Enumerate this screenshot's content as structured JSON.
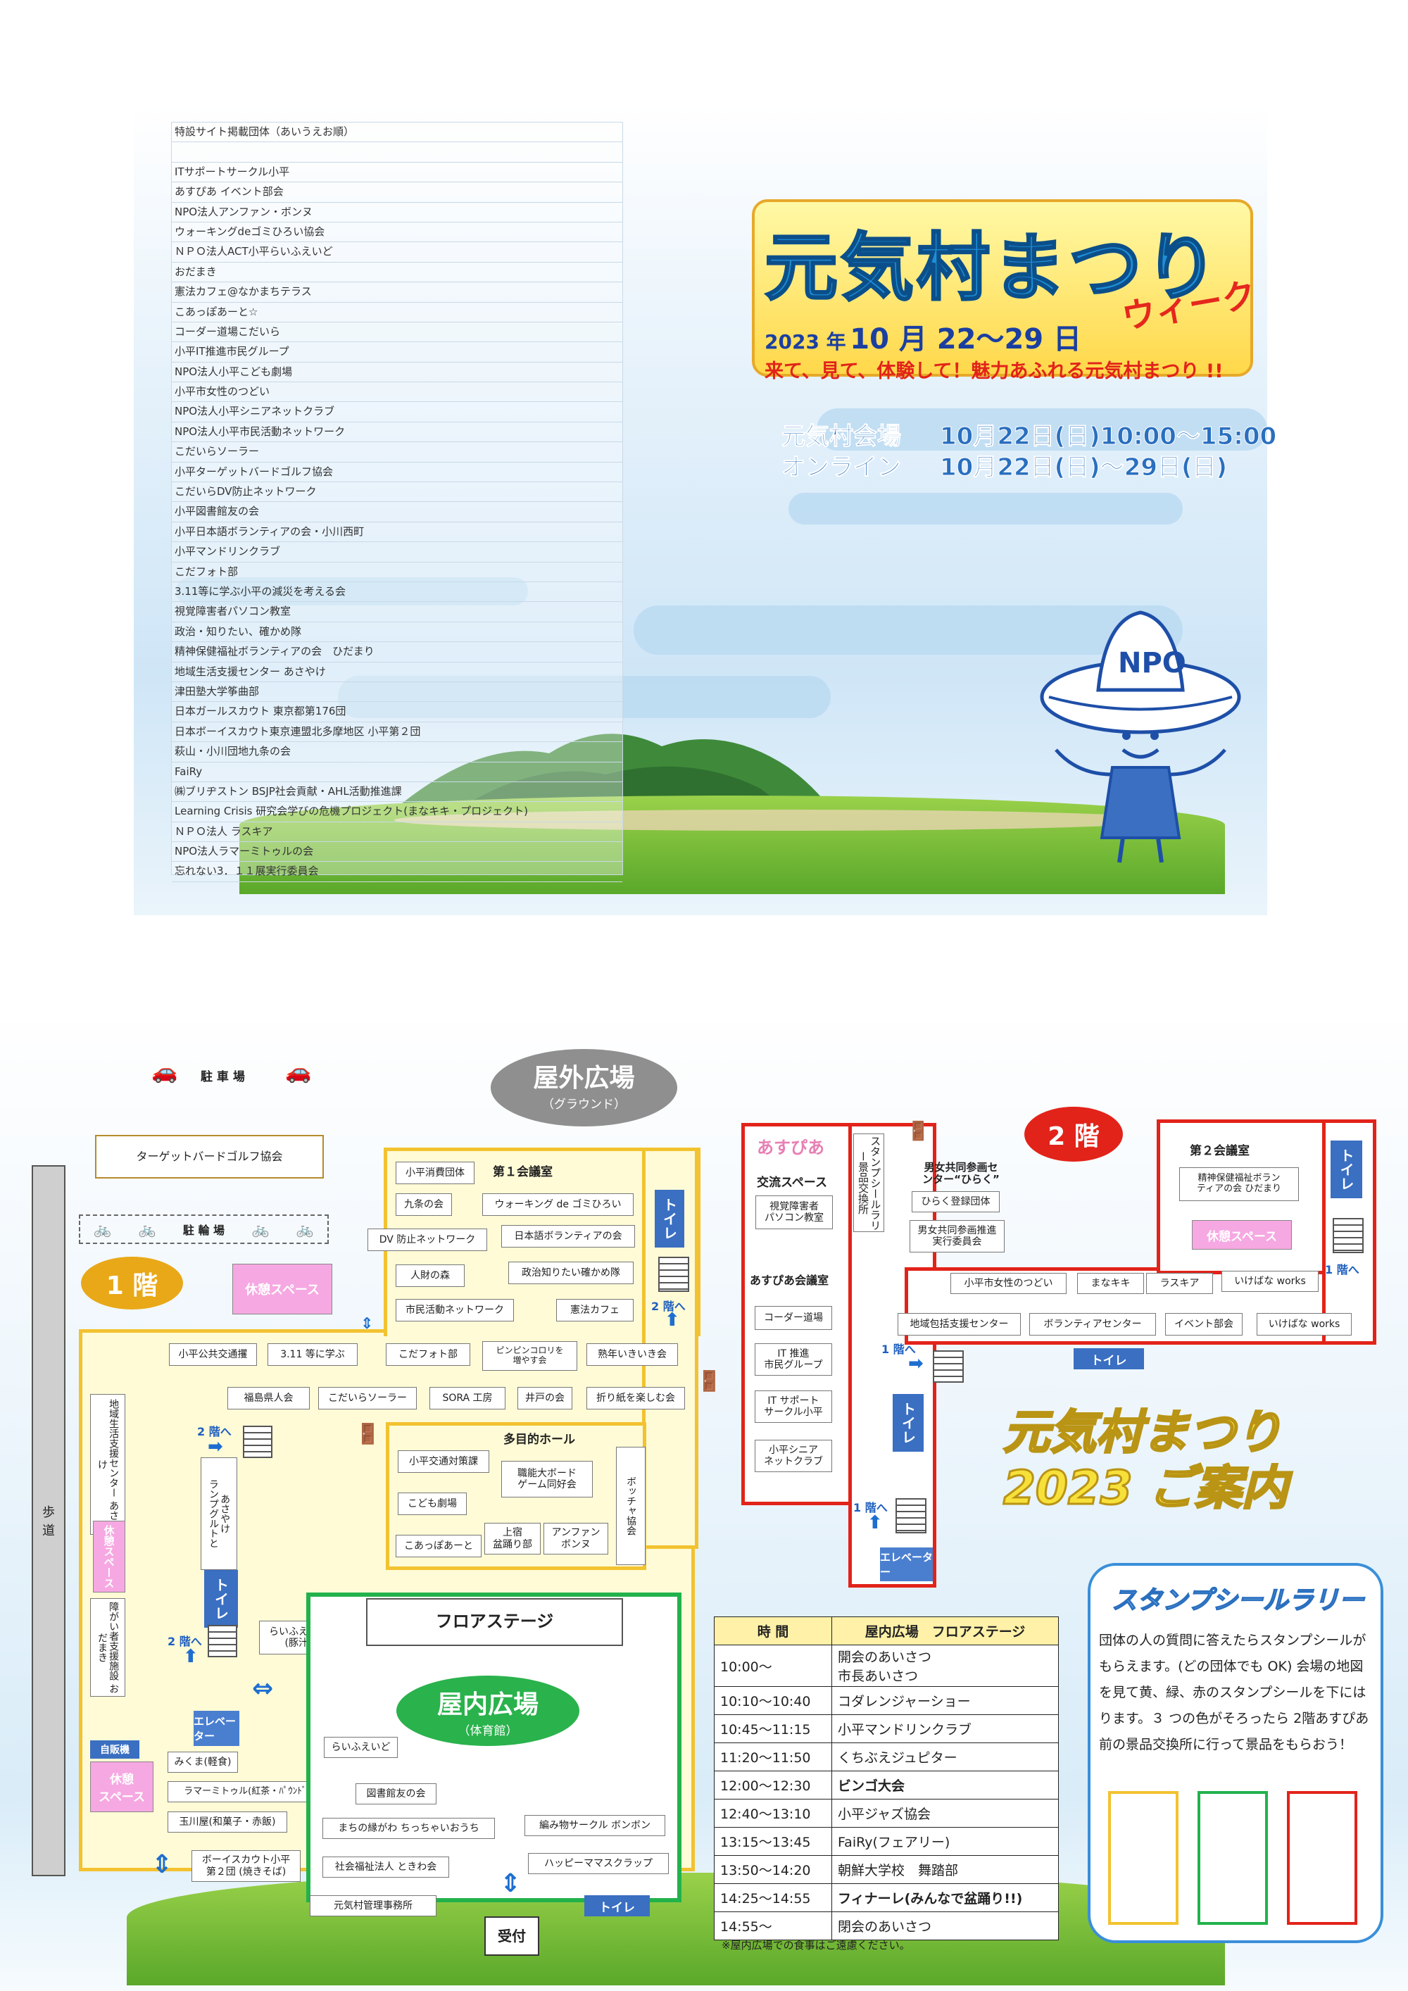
{
  "list": {
    "header": "特設サイト掲載団体（あいうえお順）",
    "items": [
      "ITサポートサークル小平",
      "あすぴあ イベント部会",
      "NPO法人アンファン・ボンヌ",
      "ウォーキングdeゴミひろい協会",
      "ＮＰＯ法人ACT小平らいふえいど",
      "おだまき",
      "憲法カフェ@なかまちテラス",
      "こあっぽあーと☆",
      "コーダー道場こだいら",
      "小平IT推進市民グループ",
      "NPO法人小平こども劇場",
      "小平市女性のつどい",
      "NPO法人小平シニアネットクラブ",
      "NPO法人小平市民活動ネットワーク",
      "こだいらソーラー",
      "小平ターゲットバードゴルフ協会",
      "こだいらDV防止ネットワーク",
      "小平図書館友の会",
      "小平日本語ボランティアの会・小川西町",
      "小平マンドリンクラブ",
      "こだフォト部",
      "3.11等に学ぶ小平の減災を考える会",
      "視覚障害者パソコン教室",
      "政治・知りたい、確かめ隊",
      "精神保健福祉ボランティアの会　ひだまり",
      "地域生活支援センター あさやけ",
      "津田塾大学筝曲部",
      "日本ガールスカウト 東京都第176団",
      "日本ボーイスカウト東京連盟北多摩地区 小平第２団",
      "萩山・小川団地九条の会",
      "FaiRy",
      "㈱ブリヂストン BSJP社会貢献・AHL活動推進課",
      "Learning Crisis 研究会学びの危機プロジェクト(まなキキ・プロジェクト)",
      "ＮＰＯ法人 ラスキア",
      "NPO法人ラマーミトゥルの会",
      "忘れない3．１１展実行委員会"
    ]
  },
  "title": {
    "main": "元気村まつり",
    "sub": "ウィーク",
    "year": "2023 年",
    "dates": "10 月 22〜29 日",
    "catch": "来て、見て、体験して！魅力あふれる元気村まつり !!"
  },
  "venues": [
    {
      "name": "元気村会場",
      "time": "10月22日(日)10:00〜15:00"
    },
    {
      "name": "オンライン",
      "time": "10月22日(日)〜29日(日)"
    }
  ],
  "mascot": {
    "hat_text": "NPO"
  },
  "map": {
    "parking_top": "駐 車 場",
    "outdoor_title": "屋外広場",
    "outdoor_sub": "（グラウンド）",
    "target_golf": "ターゲットバードゴルフ協会",
    "bike_parking": "駐 輪 場",
    "floor1": "1 階",
    "floor2": "2 階",
    "rest_space": "休憩スペース",
    "rest_short": "休憩\nスペース",
    "rest_vertical": "休憩スペース",
    "sidewalk": "歩\n道",
    "toilet": "トイレ",
    "to2f": "2 階へ",
    "to1f": "1 階へ",
    "elevator": "エレベーター",
    "vending": "自販機",
    "floor_stage": "フロアステージ",
    "indoor_title": "屋内広場",
    "indoor_sub": "（体育館）",
    "office": "元気村管理事務所",
    "reception": "受付",
    "room1": "第１会議室",
    "room1_items": [
      "小平消費団体",
      "九条の会",
      "ウォーキング de ゴミひろい",
      "DV 防止ネットワーク",
      "日本語ボランティアの会",
      "人財の森",
      "政治知りたい確かめ隊",
      "市民活動ネットワーク",
      "憲法カフェ"
    ],
    "hall_row1": [
      "小平公共交通攫",
      "3.11 等に学ぶ",
      "こだフォト部",
      "ピンピンコロリを\n増やす会",
      "熟年いきいき会"
    ],
    "hall_row2": [
      "福島県人会",
      "こだいらソーラー",
      "SORA 工房",
      "井戸の会",
      "折り紙を楽しむ会"
    ],
    "multi_hall": "多目的ホール",
    "multi_items": [
      "小平交通対策課",
      "職能大ボード\nゲーム同好会",
      "こども劇場",
      "上宿\n盆踊り部",
      "アンファン\nボンヌ",
      "こあっぽあーと"
    ],
    "bocci": "ボッチャ協会",
    "left_col": [
      "地域生活支援センター あさやけ",
      "あさやけ\nランプグルトと",
      "障がい者支援施設 おだまき"
    ],
    "food": [
      "みくま(軽食)",
      "ラマーミトゥル(紅茶・ﾊﾟｳﾝﾄﾞｹｰｷ)",
      "玉川屋(和菓子・赤飯)",
      "ボーイスカウト小平\n第２団 (焼きそば)"
    ],
    "lifeaid_tonjiru": "らいふえいど\n(豚汁)",
    "indoor_items": [
      "らいふえいど",
      "図書館友の会",
      "まちの縁がわ ちっちゃいおうち",
      "編み物サークル ボンボン",
      "社会福祉法人 ときわ会",
      "ハッピーママスクラップ"
    ],
    "asupia": "あすぴあ",
    "exchange_space": "交流スペース",
    "blind_pc": "視覚障害者\nパソコン教室",
    "stamp_exchange": "スタンプシールラリー景品交換所",
    "gender_center": "男女共同参画セ\nンター“ひらく”",
    "hiraku_group": "ひらく登録団体",
    "gender_committee": "男女共同参画推進\n実行委員会",
    "room2": "第２会議室",
    "hidamari": "精神保健福祉ボラン\nティアの会 ひだまり",
    "asupia_room": "あすぴあ会議室",
    "room_items": [
      "コーダー道場",
      "IT 推進\n市民グループ",
      "IT サポート\nサークル小平",
      "小平シニア\nネットクラブ"
    ],
    "corridor_row1": [
      "小平市女性のつどい",
      "まなキキ",
      "ラスキア",
      "いけばな works"
    ],
    "corridor_row2": [
      "地域包括支援センター",
      "ボランティアセンター",
      "イベント部会",
      "いけばな works"
    ],
    "guide_title": "元気村まつり\n2023 ご案内"
  },
  "schedule": {
    "headers": [
      "時 間",
      "屋内広場　フロアステージ"
    ],
    "rows": [
      [
        "10:00〜",
        "開会のあいさつ\n市長あいさつ"
      ],
      [
        "10:10〜10:40",
        "コダレンジャーショー"
      ],
      [
        "10:45〜11:15",
        "小平マンドリンクラブ"
      ],
      [
        "11:20〜11:50",
        "くちぶえジュピター"
      ],
      [
        "12:00〜12:30",
        "ビンゴ大会"
      ],
      [
        "12:40〜13:10",
        "小平ジャズ協会"
      ],
      [
        "13:15〜13:45",
        "FaiRy(フェアリー)"
      ],
      [
        "13:50〜14:20",
        "朝鮮大学校　舞踏部"
      ],
      [
        "14:25〜14:55",
        "フィナーレ(みんなで盆踊り!!)"
      ],
      [
        "14:55〜",
        "閉会のあいさつ"
      ]
    ],
    "note": "※屋内広場での食事はご遠慮ください。"
  },
  "stamp": {
    "title": "スタンプシールラリー",
    "text": "団体の人の質問に答えたらスタンプシールがもらえます。(どの団体でも OK) 会場の地図を見て黄、緑、赤のスタンプシールを下にはります。３ つの色がそろったら 2階あすぴあ前の景品交換所に行って景品をもらおう！",
    "colors": [
      "#f2c230",
      "#22b24c",
      "#e2231a"
    ]
  }
}
